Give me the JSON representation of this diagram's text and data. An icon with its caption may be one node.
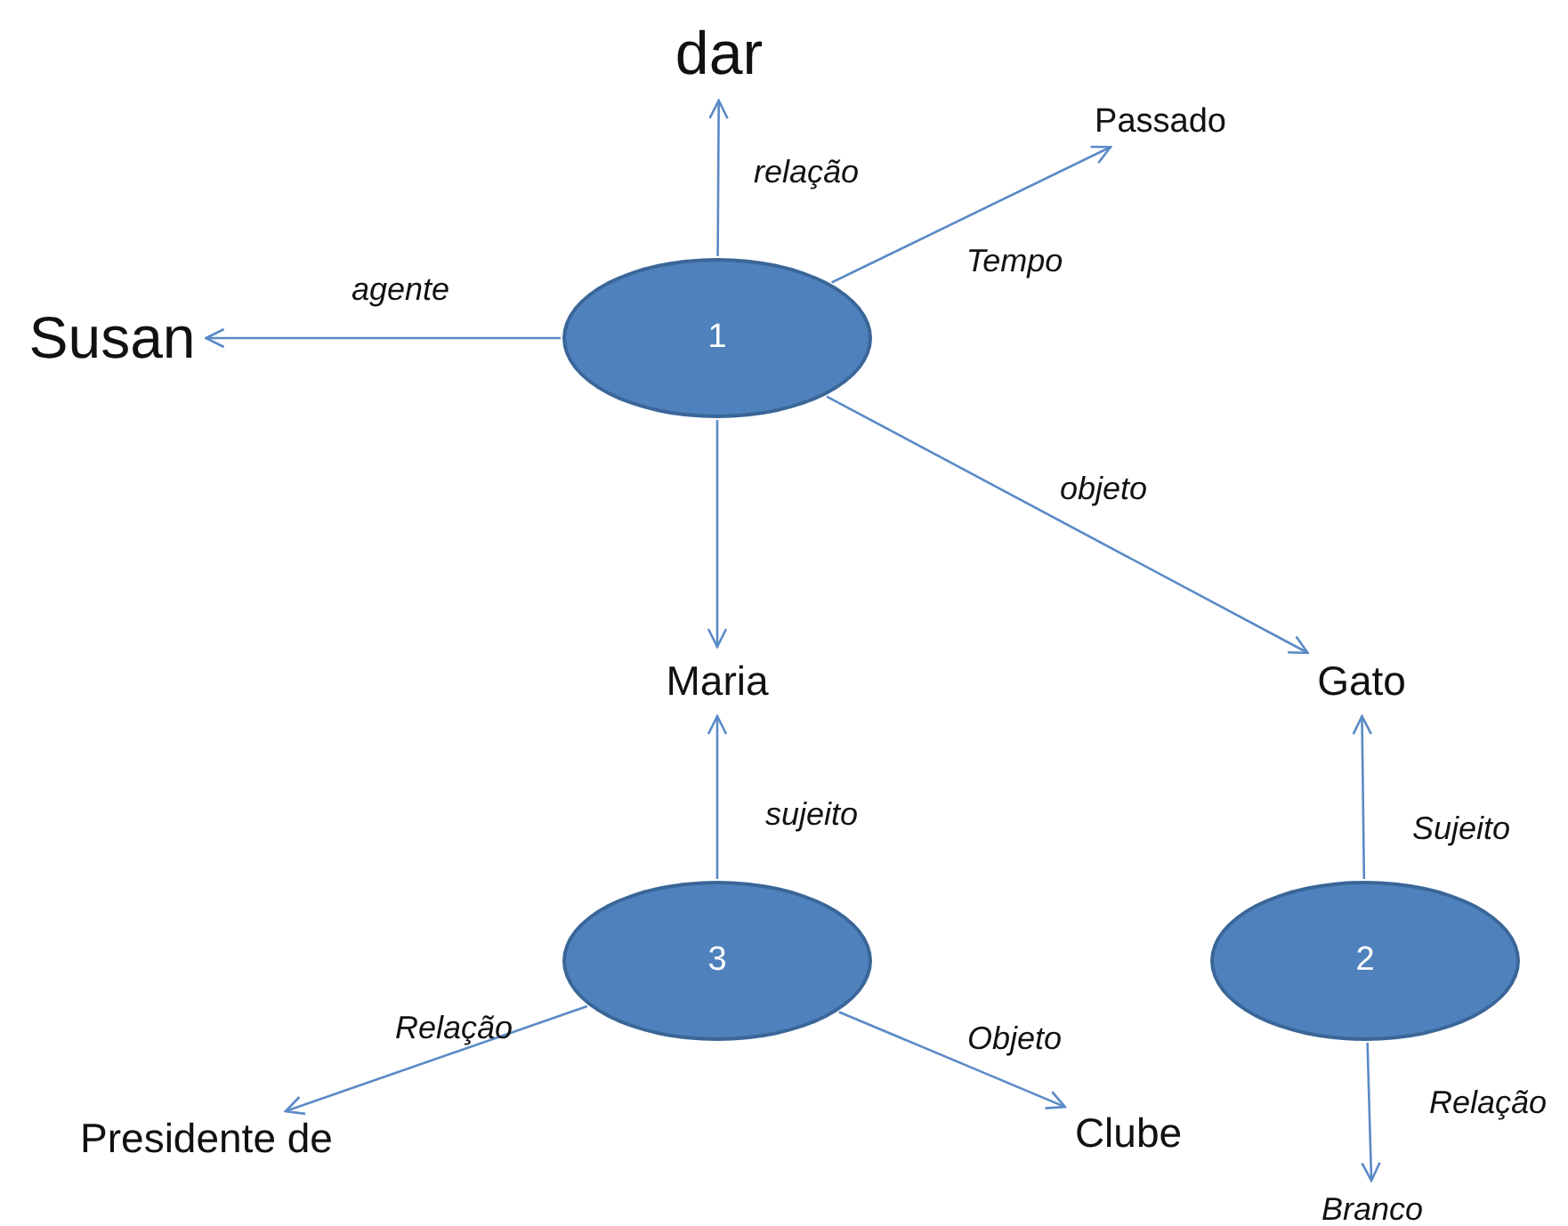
{
  "diagram": {
    "nodes": [
      {
        "text": [
          "1"
        ]
      },
      {
        "text": [
          "dar"
        ]
      },
      {
        "text": [
          "Passado"
        ]
      },
      {
        "text": [
          "Susan"
        ]
      },
      {
        "text": [
          "Maria"
        ]
      },
      {
        "text": [
          "Gato"
        ]
      },
      {
        "text": [
          "3"
        ]
      },
      {
        "text": [
          "2"
        ]
      },
      {
        "text": [
          "Presidente de"
        ]
      },
      {
        "text": [
          "Clube"
        ]
      },
      {
        "text": [
          "Branco"
        ]
      }
    ],
    "edges": [
      {
        "from": 0,
        "to": 1,
        "arrow": "to",
        "label": "relação"
      },
      {
        "from": 0,
        "to": 2,
        "arrow": "to",
        "label": "Tempo"
      },
      {
        "from": 0,
        "to": 3,
        "arrow": "to",
        "label": "agente"
      },
      {
        "from": 0,
        "to": 4,
        "arrow": "to"
      },
      {
        "from": 0,
        "to": 5,
        "arrow": "to",
        "label": "objeto"
      },
      {
        "from": 6,
        "to": 4,
        "arrow": "to",
        "label": "sujeito"
      },
      {
        "from": 6,
        "to": 8,
        "arrow": "to",
        "label": "Relação"
      },
      {
        "from": 6,
        "to": 9,
        "arrow": "to",
        "label": "Objeto"
      },
      {
        "from": 7,
        "to": 5,
        "arrow": "to",
        "label": "Sujeito"
      },
      {
        "from": 7,
        "to": 10,
        "arrow": "to",
        "label": "Relação"
      }
    ]
  }
}
